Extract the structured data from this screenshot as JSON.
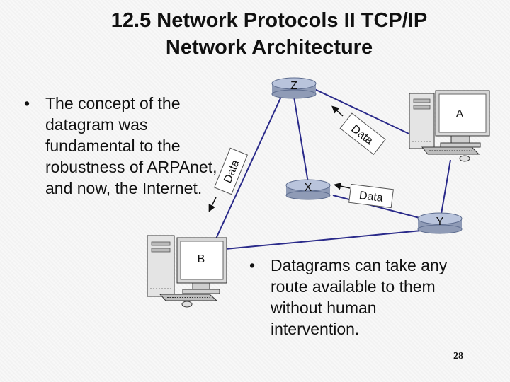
{
  "slide": {
    "title_line1": "12.5 Network Protocols II TCP/IP",
    "title_line2": "Network Architecture",
    "bullets": [
      {
        "symbol": "•",
        "text": "The concept of the datagram was fundamental to the robustness of ARPAnet, and now, the Internet."
      },
      {
        "symbol": "•",
        "text": "Datagrams can take any route available to them without human intervention."
      }
    ],
    "page_number": "28"
  },
  "diagram": {
    "nodes": {
      "z": "Z",
      "x": "X",
      "y": "Y"
    },
    "computers": {
      "a": "A",
      "b": "B"
    },
    "packet_labels": [
      "Data",
      "Data",
      "Data"
    ],
    "colors": {
      "link": "#2a2a8a",
      "router_fill": "#b9c4dc",
      "router_stroke": "#5d6c8e"
    }
  }
}
